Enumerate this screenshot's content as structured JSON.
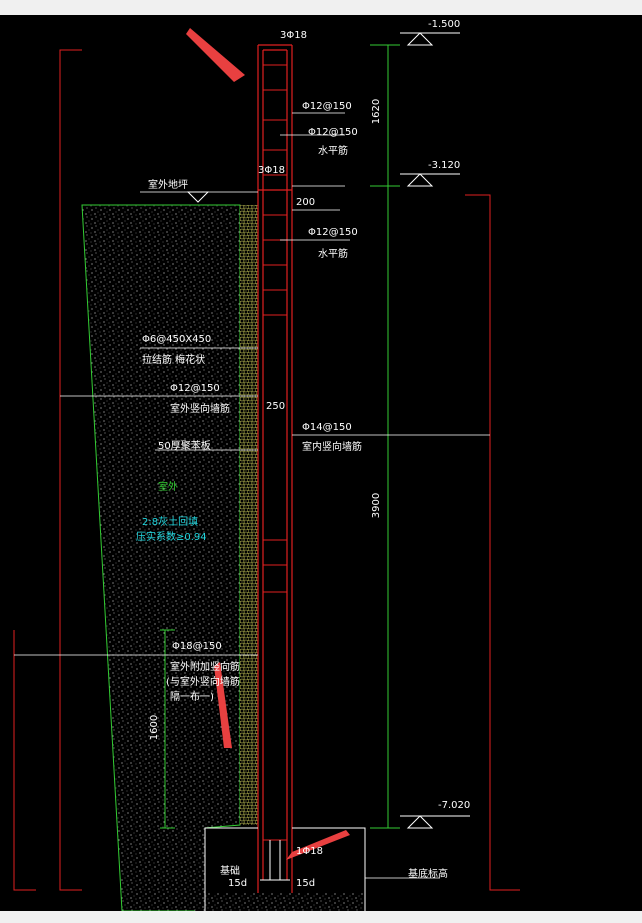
{
  "colors": {
    "background": "#000000",
    "wall": "#e02020",
    "dimension": "#33cc33",
    "annotation": "#ffffff",
    "label": "#ffffff",
    "soil_fill": "#c8c8c8",
    "insulation": "#d8d860",
    "cyan_text": "#22d8e0",
    "arrow": "#e84040",
    "frame": "#f0f0f0"
  },
  "elevations": {
    "top": "-1.500",
    "mid": "-3.120",
    "bottom": "-7.020"
  },
  "dimensions": {
    "upper": "1620",
    "lower": "3900",
    "left_lower": "1600",
    "wall_offset_top": "200",
    "wall_offset_mid": "250",
    "anchor_left": "15d",
    "anchor_right": "15d"
  },
  "labels": {
    "top_bars": "3Φ18",
    "mid_bars": "3Φ18",
    "upper_horiz_1": "Φ12@150",
    "upper_horiz_2": "Φ12@150",
    "upper_horiz_2_note": "水平筋",
    "mid_horiz": "Φ12@150",
    "mid_horiz_note": "水平筋",
    "ground_label": "室外地坪",
    "mesh": "Φ6@450X450",
    "mesh_note": "拉结筋 梅花状",
    "ext_vert": "Φ12@150",
    "ext_vert_note": "室外竖向墙筋",
    "insulation": "50厚聚苯板",
    "outdoor": "室外",
    "backfill_1": "2:8灰土回填",
    "backfill_2": "压实系数≥0.94",
    "int_vert": "Φ14@150",
    "int_vert_note": "室内竖向墙筋",
    "ext_add": "Φ18@150",
    "ext_add_note_1": "室外附加竖向筋",
    "ext_add_note_2": "(与室外竖向墙筋",
    "ext_add_note_3": "隔一布一)",
    "footing": "基础",
    "footing_right": "1Φ18",
    "found_level": "基底标高"
  }
}
